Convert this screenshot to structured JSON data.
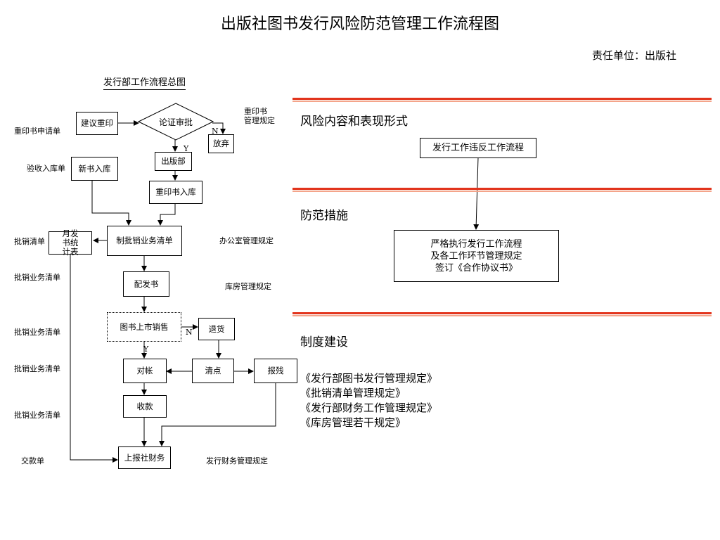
{
  "title": "出版社图书发行风险防范管理工作流程图",
  "responsibility": "责任单位：出版社",
  "flowchart": {
    "title": "发行部工作流程总图",
    "boxes": {
      "suggest_reprint": "建议重印",
      "review": "论证审批",
      "abandon": "放弃",
      "publishing_dept": "出版部",
      "new_book_storage": "新书入库",
      "reprint_storage": "重印书入库",
      "monthly_stats": "月发书统计表",
      "wholesale_list": "制批销业务清单",
      "distribution": "配发书",
      "market_sale": "图书上市销售",
      "returns": "退货",
      "reconcile": "对帐",
      "inventory": "清点",
      "damage_report": "报残",
      "collect_payment": "收款",
      "report_finance": "上报社财务"
    },
    "left_labels": {
      "reprint_request": "重印书申请单",
      "acceptance": "验收入库单",
      "wholesale_list": "批销清单",
      "wholesale_business_1": "批销业务清单",
      "wholesale_business_2": "批销业务清单",
      "wholesale_business_3": "批销业务清单",
      "wholesale_business_4": "批销业务清单",
      "payment_slip": "交款单"
    },
    "right_labels": {
      "reprint_rules": "重印书\n管理规定",
      "office_rules": "办公室管理规定",
      "warehouse_rules": "库房管理规定",
      "finance_rules": "发行财务管理规定"
    },
    "yn": {
      "n1": "N",
      "y1": "Y",
      "n2": "N",
      "y2": "Y"
    }
  },
  "sections": {
    "risk": {
      "heading": "风险内容和表现形式",
      "box": "发行工作违反工作流程"
    },
    "prevention": {
      "heading": "防范措施",
      "box_lines": [
        "严格执行发行工作流程",
        "及各工作环节管理规定",
        "签订《合作协议书》"
      ]
    },
    "system": {
      "heading": "制度建设",
      "rules": [
        "《发行部图书发行管理规定》",
        "《批销清单管理规定》",
        "《发行部财务工作管理规定》",
        "《库房管理若干规定》"
      ]
    }
  },
  "colors": {
    "red_bar": "#e2341c",
    "red_bar_light": "#f4a48a"
  }
}
